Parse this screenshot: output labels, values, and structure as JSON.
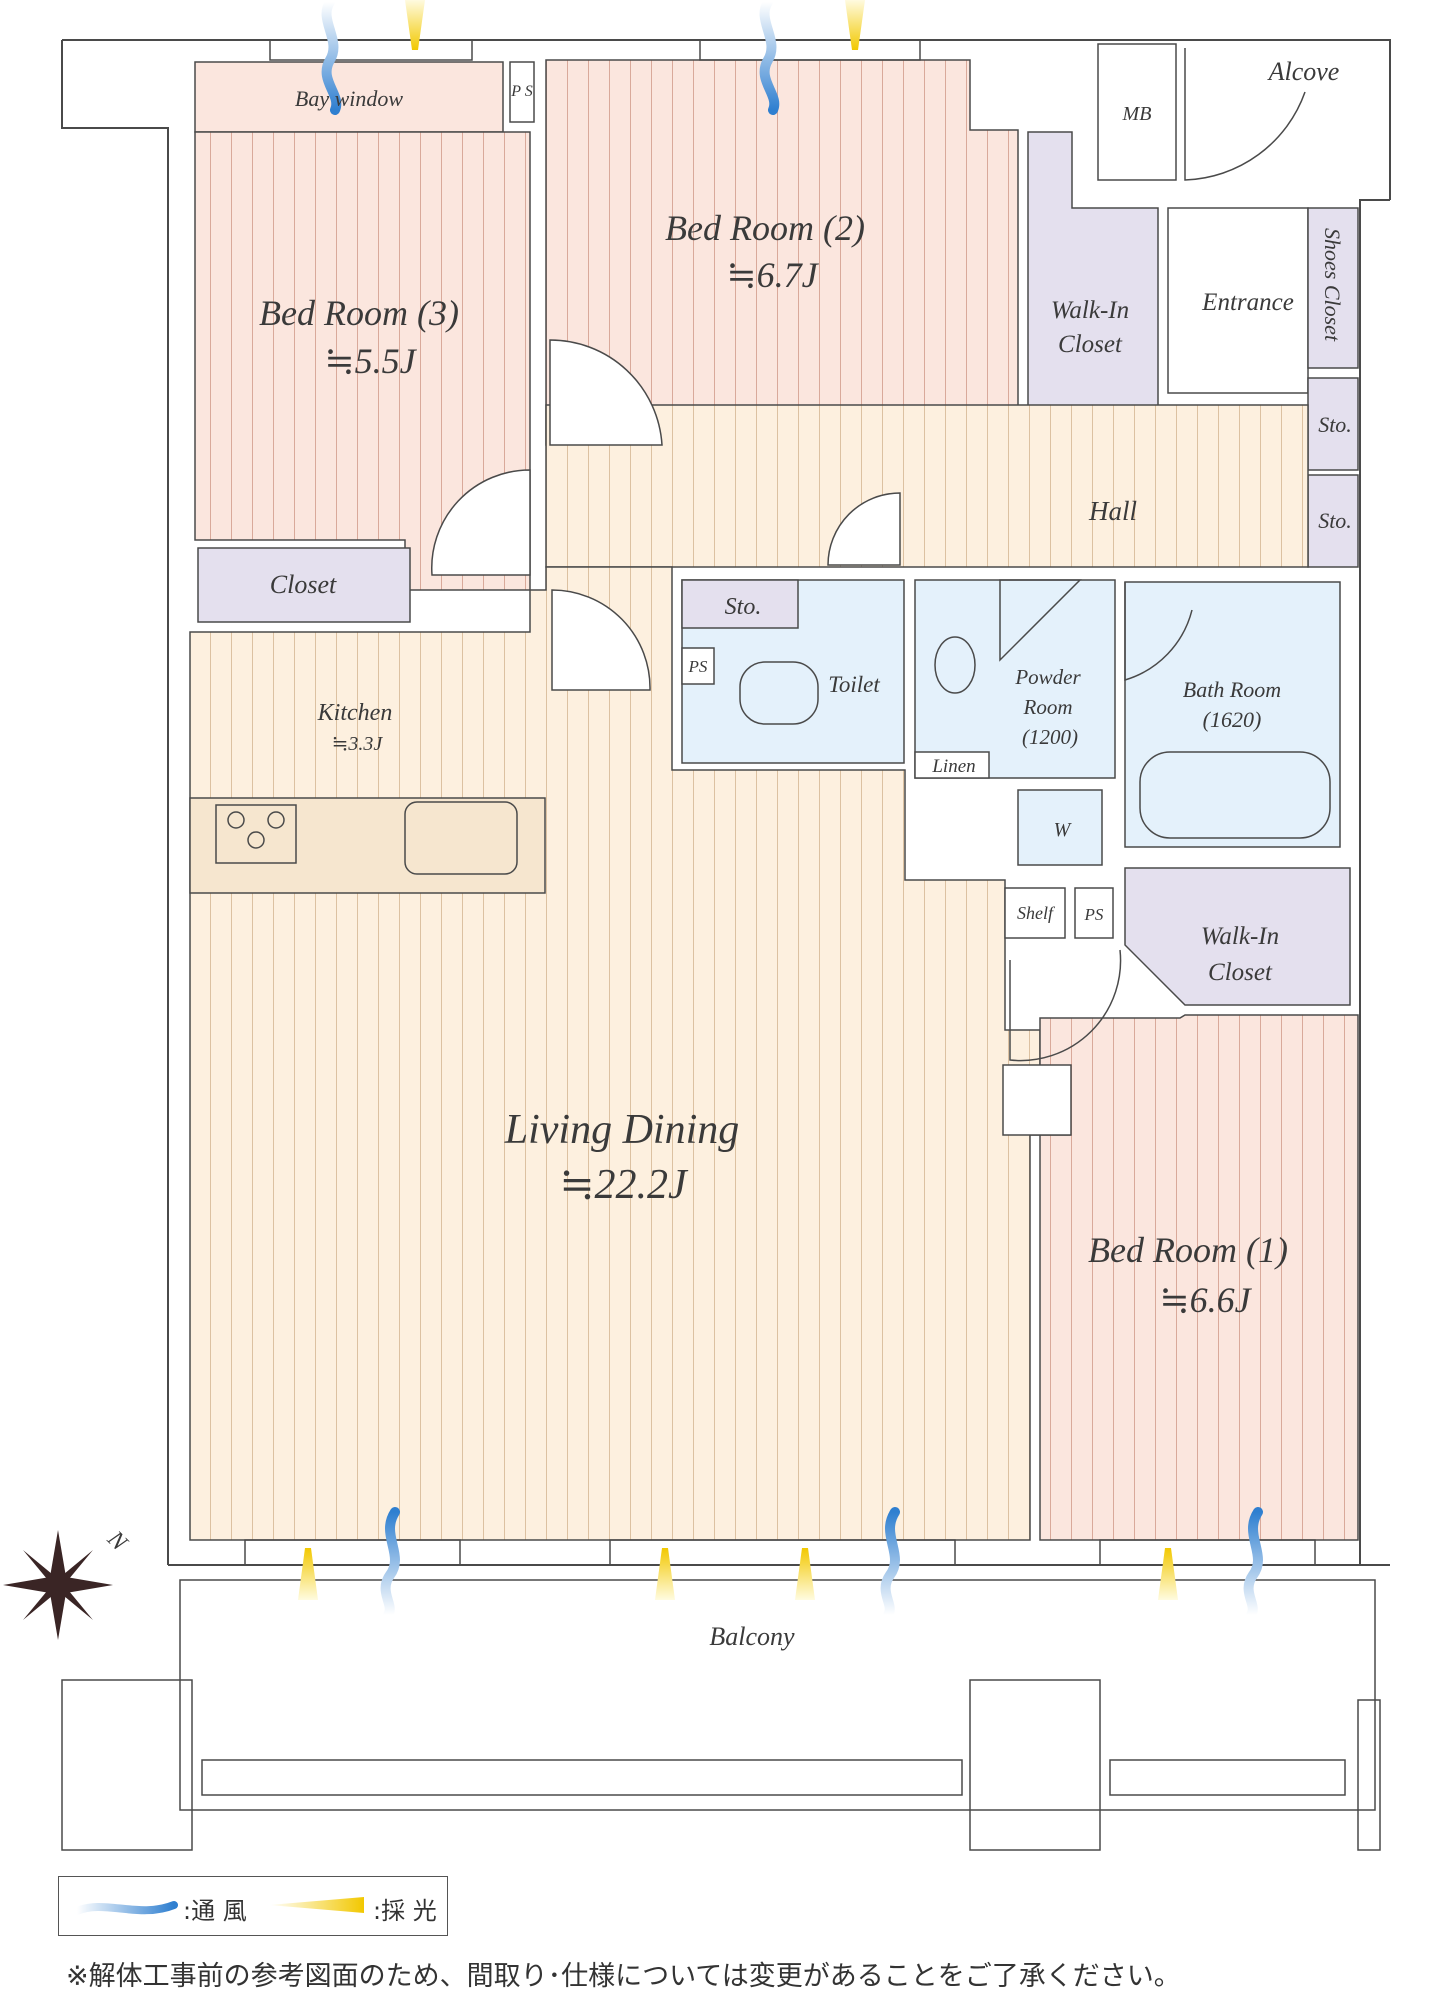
{
  "rooms": {
    "bay_window": "Bay window",
    "ps_top": "P S",
    "mb": "MB",
    "alcove": "Alcove",
    "bed3_name": "Bed Room (3)",
    "bed3_size": "≒5.5J",
    "bed2_name": "Bed Room (2)",
    "bed2_size": "≒6.7J",
    "wic_top_1": "Walk-In",
    "wic_top_2": "Closet",
    "entrance": "Entrance",
    "shoes_closet": "Shoes Closet",
    "sto1": "Sto.",
    "sto2": "Sto.",
    "hall": "Hall",
    "closet": "Closet",
    "sto_center": "Sto.",
    "ps_toilet": "PS",
    "toilet": "Toilet",
    "powder_1": "Powder",
    "powder_2": "Room",
    "powder_3": "(1200)",
    "bath_1": "Bath Room",
    "bath_2": "(1620)",
    "linen": "Linen",
    "w": "W",
    "kitchen_name": "Kitchen",
    "kitchen_size": "≒3.3J",
    "shelf": "Shelf",
    "ps_mid": "PS",
    "wic_mid_1": "Walk-In",
    "wic_mid_2": "Closet",
    "living_name": "Living Dining",
    "living_size": "≒22.2J",
    "bed1_name": "Bed Room (1)",
    "bed1_size": "≒6.6J",
    "balcony": "Balcony",
    "north": "N"
  },
  "legend": {
    "wind": ":通 風",
    "light": ":採 光"
  },
  "note": "※解体工事前の参考図面のため、間取り･仕様については変更があることをご了承ください。",
  "colors": {
    "bedroom_floor": "#fbe6de",
    "living_floor": "#fdf0df",
    "hall_floor": "#fbf0df",
    "storage": "#e4e0ee",
    "wet_area": "#e4f1fb",
    "kitchen_counter": "#f6e6cf",
    "wind_blue": "#3c8fd8",
    "light_yellow": "#f2d000",
    "wall": "#4a4a4a"
  }
}
